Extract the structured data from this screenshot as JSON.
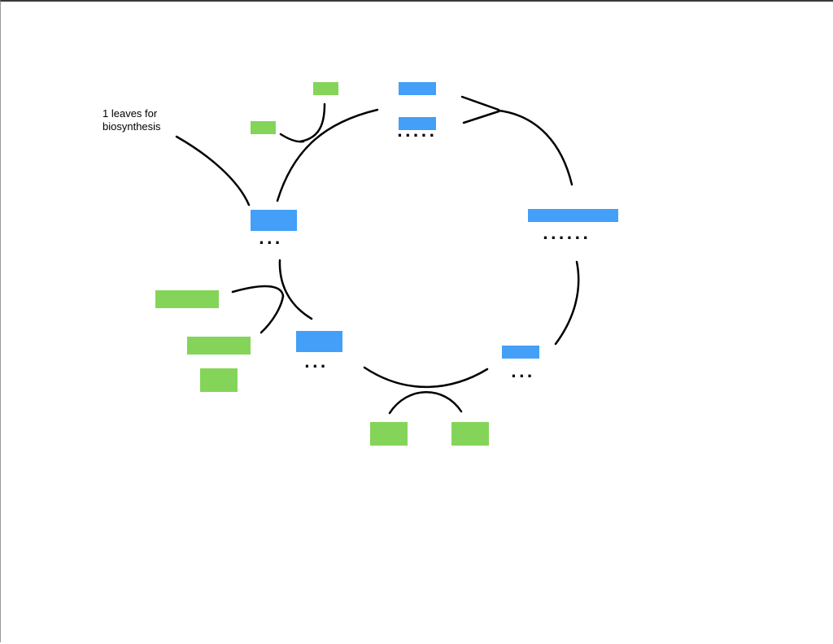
{
  "note": {
    "line1": "1 leaves for",
    "line2": "biosynthesis"
  },
  "colors": {
    "intermediate": "#439FF7",
    "reactant": "#85D45A",
    "stroke": "#000000"
  },
  "intermediates": [
    {
      "id": "top-1",
      "dots": ""
    },
    {
      "id": "top-2",
      "dots": "....."
    },
    {
      "id": "right",
      "dots": "......"
    },
    {
      "id": "lower-right",
      "dots": "..."
    },
    {
      "id": "lower-left",
      "dots": "..."
    },
    {
      "id": "left",
      "dots": "..."
    }
  ],
  "reactants": [
    {
      "id": "top-small-1"
    },
    {
      "id": "top-small-2"
    },
    {
      "id": "left-wide-1"
    },
    {
      "id": "left-wide-2"
    },
    {
      "id": "left-square"
    },
    {
      "id": "bottom-1"
    },
    {
      "id": "bottom-2"
    }
  ]
}
